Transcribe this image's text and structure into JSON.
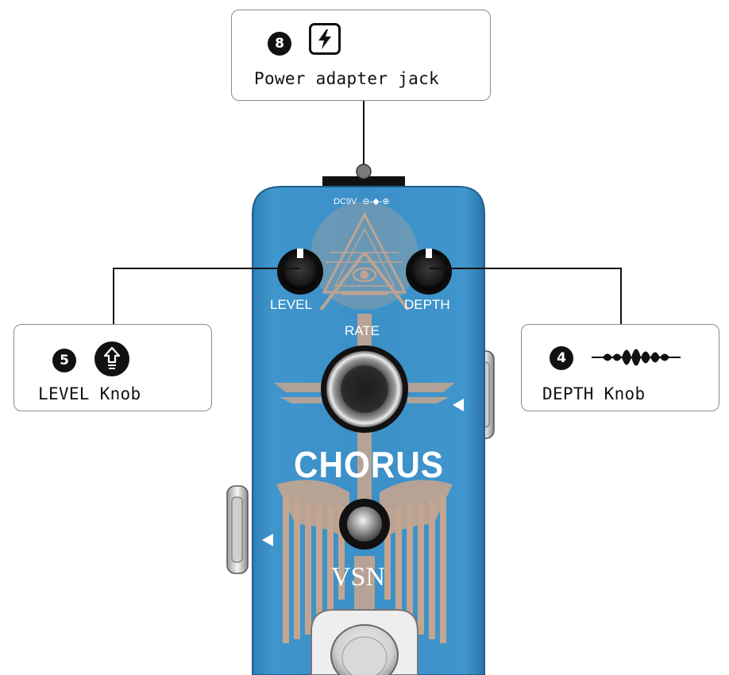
{
  "callouts": {
    "power": {
      "number": "8",
      "icon": "lightning-bolt-icon",
      "label": "Power adapter jack"
    },
    "level": {
      "number": "5",
      "icon": "arrow-up-bulb-icon",
      "label": "LEVEL Knob"
    },
    "depth": {
      "number": "4",
      "icon": "waveform-icon",
      "label": "DEPTH Knob"
    }
  },
  "pedal": {
    "power_marking": "DC9V",
    "polarity_marking": "⊖-◆-⊕",
    "knob_level_label": "LEVEL",
    "knob_depth_label": "DEPTH",
    "knob_rate_label": "RATE",
    "effect_name": "CHORUS",
    "brand": "VSN"
  },
  "colors": {
    "pedal_blue": "#3d8fc6",
    "art_tan": "#c4a58f",
    "callout_border": "#8a8a8a"
  }
}
